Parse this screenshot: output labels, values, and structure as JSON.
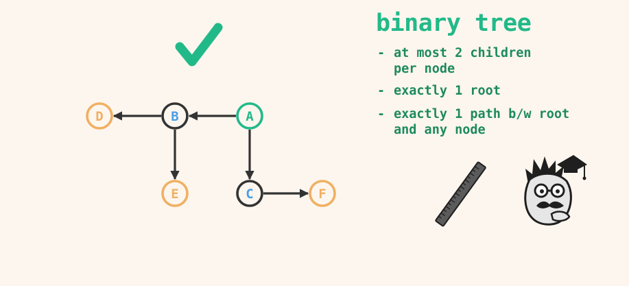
{
  "title": "binary tree",
  "bullets": [
    {
      "dash": "-",
      "text": "at most 2 children\nper node"
    },
    {
      "dash": "-",
      "text": "exactly 1 root"
    },
    {
      "dash": "-",
      "text": "exactly 1 path b/w root\nand any node"
    }
  ],
  "check_icon": {
    "name": "check-mark-icon",
    "color": "#22b989"
  },
  "colors": {
    "root": "#22b989",
    "internal_stroke": "#333333",
    "internal_label": "#4a9de6",
    "leaf": "#f0b062",
    "edge": "#333333"
  },
  "tree": {
    "nodes": [
      {
        "id": "A",
        "label": "A",
        "role": "root"
      },
      {
        "id": "B",
        "label": "B",
        "role": "internal"
      },
      {
        "id": "C",
        "label": "C",
        "role": "internal"
      },
      {
        "id": "D",
        "label": "D",
        "role": "leaf"
      },
      {
        "id": "E",
        "label": "E",
        "role": "leaf"
      },
      {
        "id": "F",
        "label": "F",
        "role": "leaf"
      }
    ],
    "edges": [
      {
        "from": "A",
        "to": "B"
      },
      {
        "from": "A",
        "to": "C"
      },
      {
        "from": "B",
        "to": "D"
      },
      {
        "from": "B",
        "to": "E"
      },
      {
        "from": "C",
        "to": "F"
      }
    ]
  },
  "mascot": {
    "name": "professor-mascot-icon",
    "accessory": "ruler-icon"
  }
}
